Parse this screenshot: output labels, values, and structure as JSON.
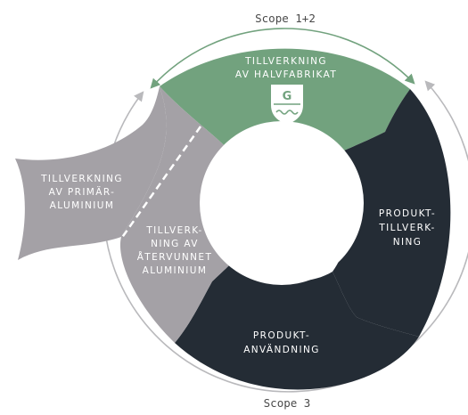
{
  "diagram": {
    "scope_top": "Scope 1+2",
    "scope_bottom": "Scope 3",
    "segments": {
      "semi": {
        "line1": "TILLVERKNING",
        "line2": "AV HALVFABRIKAT"
      },
      "produkt_tillverkning": {
        "line1": "PRODUKT-",
        "line2": "TILLVERK-",
        "line3": "NING"
      },
      "produkt_anvandning": {
        "line1": "PRODUKT-",
        "line2": "ANVÄNDNING"
      },
      "atervunnet": {
        "line1": "TILLVERK-",
        "line2": "NING AV",
        "line3": "ÅTERVUNNET",
        "line4": "ALUMINIUM"
      },
      "primar": {
        "line1": "TILLVERKNING",
        "line2": "AV PRIMÄR-",
        "line3": "ALUMINIUM"
      }
    },
    "logo": {
      "letter": "G",
      "icon": "wave-shield-icon"
    },
    "colors": {
      "green": "#72a27e",
      "dark": "#242c35",
      "gray": "#a4a1a6",
      "arrow_green": "#72a27e",
      "arrow_gray": "#b9b9bc"
    }
  }
}
